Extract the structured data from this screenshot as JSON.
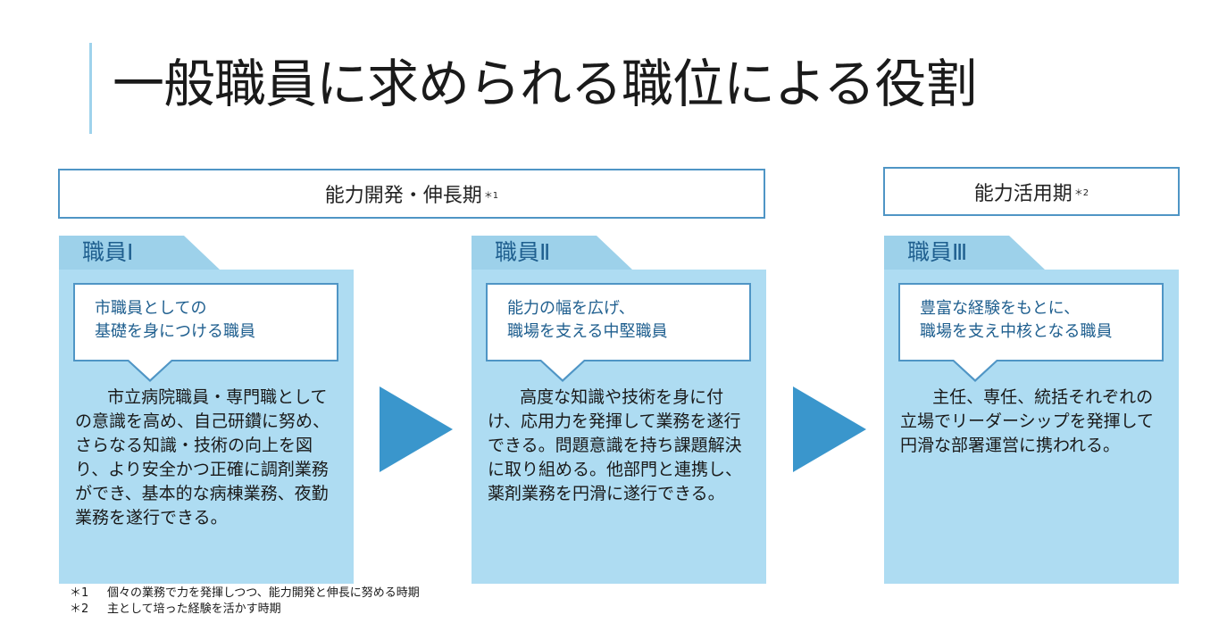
{
  "title": "一般職員に求められる職位による役割",
  "phases": [
    {
      "label": "能力開発・伸長期",
      "mark": "＊1"
    },
    {
      "label": "能力活用期",
      "mark": "＊2"
    }
  ],
  "columns": [
    {
      "tab": "職員Ⅰ",
      "callout": "市職員としての\n基礎を身につける職員",
      "description": "市立病院職員・専門職としての意識を高め、自己研鑽に努め、さらなる知識・技術の向上を図り、より安全かつ正確に調剤業務ができ、基本的な病棟業務、夜勤業務を遂行できる。"
    },
    {
      "tab": "職員Ⅱ",
      "callout": "能力の幅を広げ、\n職場を支える中堅職員",
      "description": "高度な知識や技術を身に付け、応用力を発揮して業務を遂行できる。問題意識を持ち課題解決に取り組める。他部門と連携し、薬剤業務を円滑に遂行できる。"
    },
    {
      "tab": "職員Ⅲ",
      "callout": "豊富な経験をもとに、\n職場を支え中核となる職員",
      "description": "主任、専任、統括それぞれの立場でリーダーシップを発揮して円滑な部署運営に携われる。"
    }
  ],
  "notes": [
    {
      "mark": "＊1",
      "text": "個々の業務で力を発揮しつつ、能力開発と伸長に努める時期"
    },
    {
      "mark": "＊2",
      "text": "主として培った経験を活かす時期"
    }
  ],
  "colors": {
    "accent": "#3a96cc",
    "border": "#4f95c5",
    "panel": "#aedcf2",
    "tab": "#9dd1ea",
    "title_bar": "#9fd3ec"
  }
}
